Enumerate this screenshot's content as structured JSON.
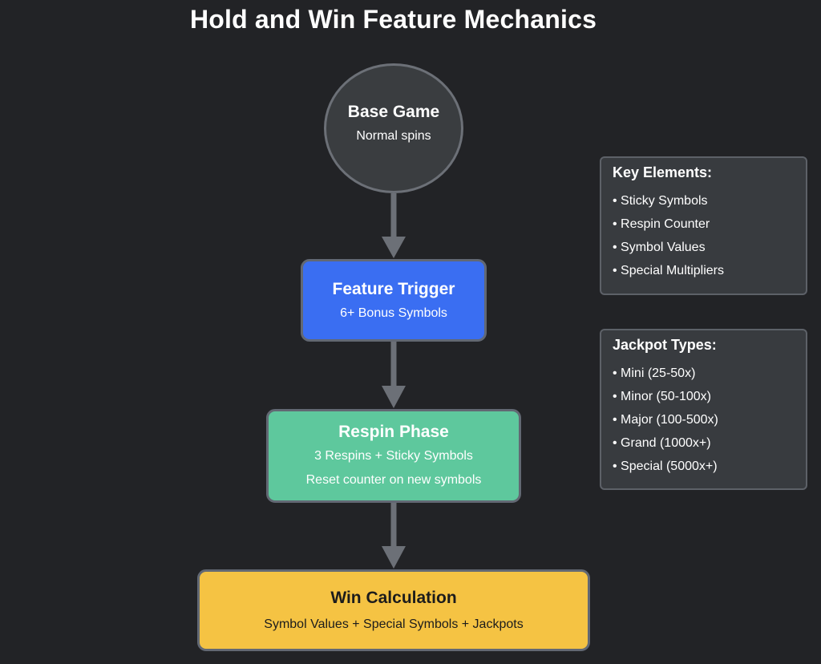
{
  "title": "Hold and Win Feature Mechanics",
  "flow": {
    "base_game": {
      "title": "Base Game",
      "subtitle": "Normal spins"
    },
    "feature_trigger": {
      "title": "Feature Trigger",
      "subtitle": "6+ Bonus Symbols"
    },
    "respin_phase": {
      "title": "Respin Phase",
      "line1": "3 Respins + Sticky Symbols",
      "line2": "Reset counter on new symbols"
    },
    "win_calculation": {
      "title": "Win Calculation",
      "subtitle": "Symbol Values + Special Symbols + Jackpots"
    }
  },
  "key_elements": {
    "title": "Key Elements:",
    "items": [
      "• Sticky Symbols",
      "• Respin Counter",
      "• Symbol Values",
      "• Special Multipliers"
    ]
  },
  "jackpot_types": {
    "title": "Jackpot Types:",
    "items": [
      "• Mini (25-50x)",
      "• Minor (50-100x)",
      "• Major (100-500x)",
      "• Grand (1000x+)",
      "• Special (5000x+)"
    ]
  },
  "colors": {
    "background": "#222326",
    "base_game": "#3a3d40",
    "feature_trigger": "#3a6ef2",
    "respin_phase": "#5ec89d",
    "win_calculation": "#f5c343",
    "arrow": "#6c7077"
  }
}
